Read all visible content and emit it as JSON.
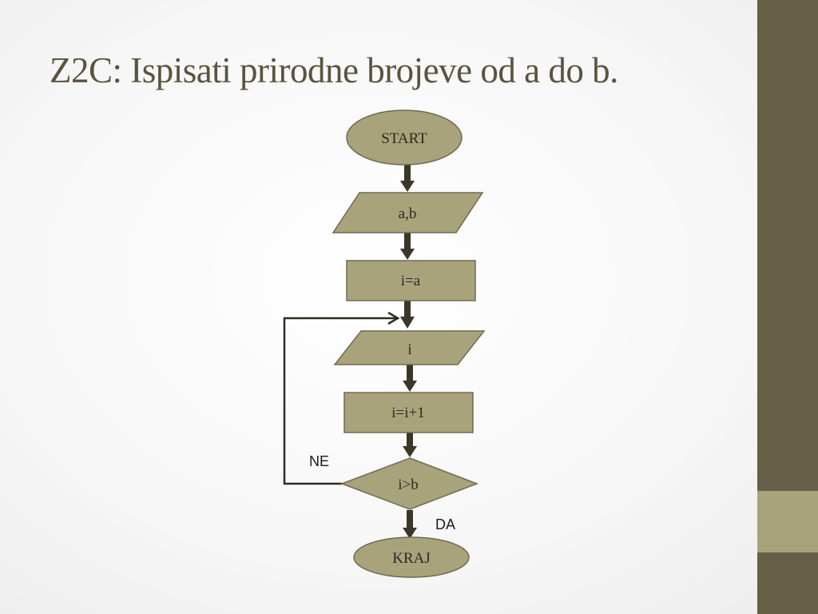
{
  "slide": {
    "title": "Z2C: Ispisati prirodne brojeve od a do b."
  },
  "flowchart": {
    "nodes": [
      {
        "id": "start",
        "type": "terminal",
        "label": "START"
      },
      {
        "id": "input",
        "type": "io",
        "label": "a,b"
      },
      {
        "id": "init",
        "type": "process",
        "label": "i=a"
      },
      {
        "id": "output",
        "type": "io",
        "label": "i"
      },
      {
        "id": "increment",
        "type": "process",
        "label": "i=i+1"
      },
      {
        "id": "condition",
        "type": "decision",
        "label": "i>b"
      },
      {
        "id": "end",
        "type": "terminal",
        "label": "KRAJ"
      }
    ],
    "branches": {
      "no": "NE",
      "yes": "DA"
    }
  },
  "colors": {
    "shape_fill": "#a9a37c",
    "sidebar": "#665f48",
    "sidebar_accent": "#a9a37c",
    "title": "#5b5340"
  }
}
